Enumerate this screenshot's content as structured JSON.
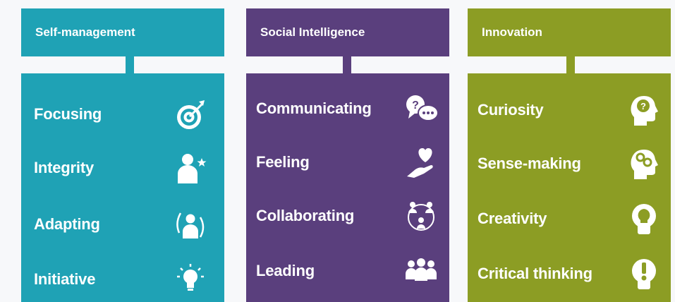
{
  "columns": [
    {
      "title": "Self-management",
      "color": "#1fa2b5",
      "items": [
        {
          "label": "Focusing",
          "icon": "target-icon"
        },
        {
          "label": "Integrity",
          "icon": "person-star-icon"
        },
        {
          "label": "Adapting",
          "icon": "person-adapting-icon"
        },
        {
          "label": "Initiative",
          "icon": "lightbulb-icon"
        }
      ]
    },
    {
      "title": "Social Intelligence",
      "color": "#5a3f7d",
      "items": [
        {
          "label": "Communicating",
          "icon": "speech-bubbles-icon"
        },
        {
          "label": "Feeling",
          "icon": "heart-hand-icon"
        },
        {
          "label": "Collaborating",
          "icon": "people-network-icon"
        },
        {
          "label": "Leading",
          "icon": "group-icon"
        }
      ]
    },
    {
      "title": "Innovation",
      "color": "#8c9d24",
      "items": [
        {
          "label": "Curiosity",
          "icon": "head-question-icon"
        },
        {
          "label": "Sense-making",
          "icon": "head-gears-icon"
        },
        {
          "label": "Creativity",
          "icon": "head-lightbulb-icon"
        },
        {
          "label": "Critical thinking",
          "icon": "head-exclamation-icon"
        }
      ]
    }
  ]
}
